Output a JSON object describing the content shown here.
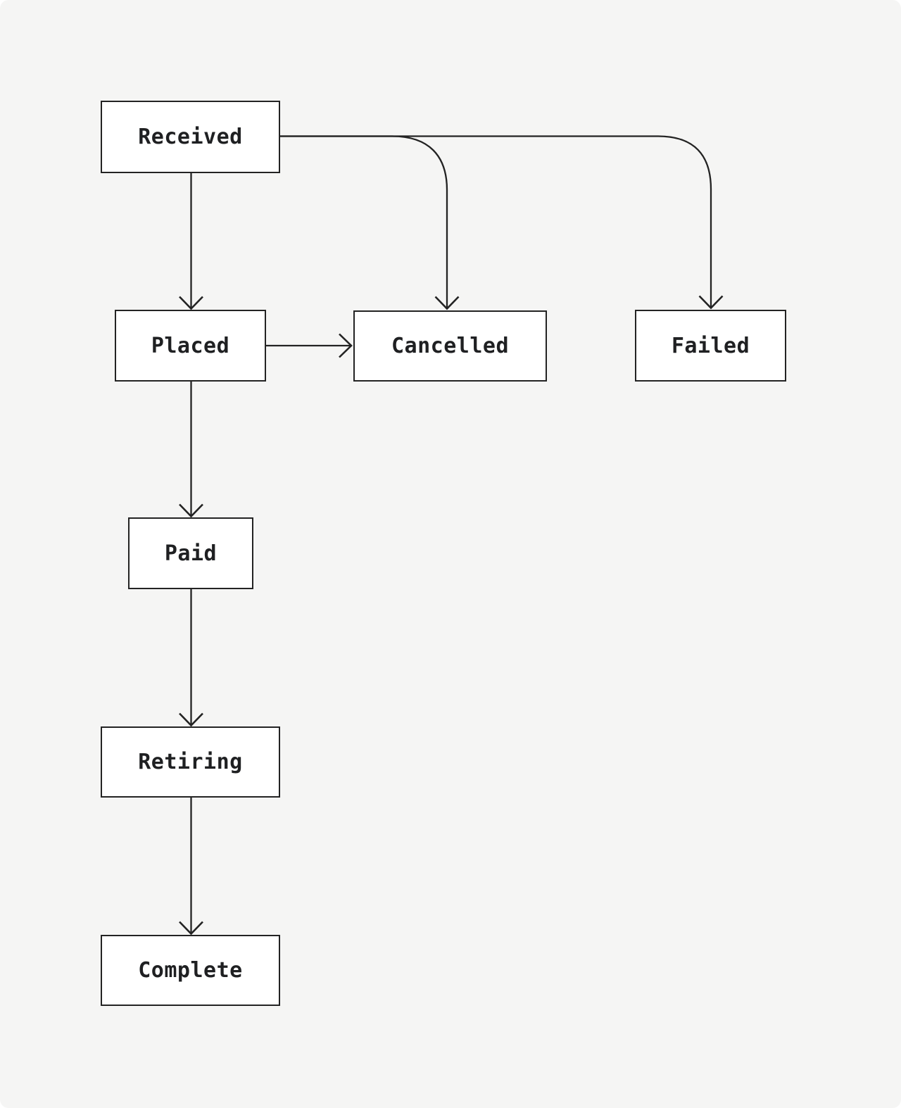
{
  "diagram": {
    "type": "flowchart",
    "background_color": "#f5f5f4",
    "node_fill_color": "#ffffff",
    "stroke_color": "#232323",
    "text_color": "#1f2022",
    "nodes": [
      {
        "id": "received",
        "label": "Received"
      },
      {
        "id": "placed",
        "label": "Placed"
      },
      {
        "id": "cancelled",
        "label": "Cancelled"
      },
      {
        "id": "failed",
        "label": "Failed"
      },
      {
        "id": "paid",
        "label": "Paid"
      },
      {
        "id": "retiring",
        "label": "Retiring"
      },
      {
        "id": "complete",
        "label": "Complete"
      }
    ],
    "edges": [
      {
        "from": "received",
        "to": "placed"
      },
      {
        "from": "received",
        "to": "cancelled"
      },
      {
        "from": "received",
        "to": "failed"
      },
      {
        "from": "placed",
        "to": "cancelled"
      },
      {
        "from": "placed",
        "to": "paid"
      },
      {
        "from": "paid",
        "to": "retiring"
      },
      {
        "from": "retiring",
        "to": "complete"
      }
    ]
  }
}
